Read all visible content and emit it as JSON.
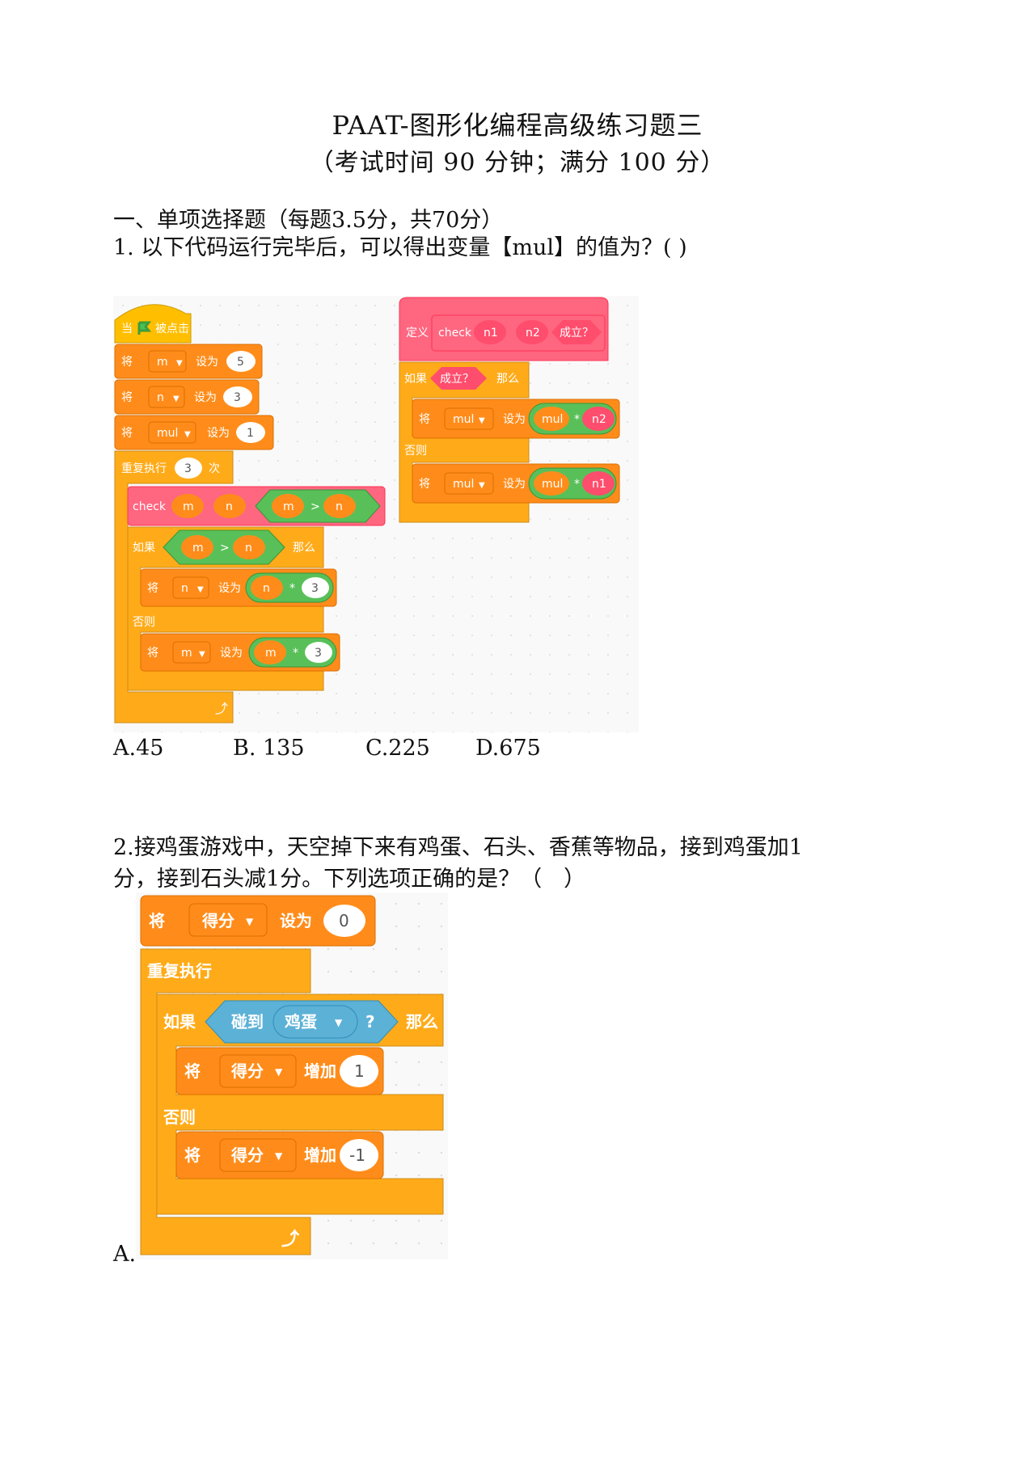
{
  "header": {
    "title": "PAAT-图形化编程高级练习题三",
    "subtitle": "（考试时间 90 分钟；满分 100 分）"
  },
  "section1": {
    "heading": "一、单项选择题（每题3.5分，共70分）"
  },
  "q1": {
    "stem": "1. 以下代码运行完毕后，可以得出变量【mul】的值为？( )",
    "script": {
      "hat_when": "当",
      "hat_clicked": "被点击",
      "set": "将",
      "set_to": "设为",
      "var_m": "m",
      "var_n": "n",
      "var_mul": "mul",
      "val_5": "5",
      "val_3": "3",
      "val_1": "1",
      "repeat": "重复执行",
      "repeat_count": "3",
      "repeat_times": "次",
      "check": "check",
      "gt": ">",
      "if": "如果",
      "then": "那么",
      "else": "否则",
      "times": "*"
    },
    "define": {
      "define": "定义",
      "check": "check",
      "n1": "n1",
      "n2": "n2",
      "cond": "成立？",
      "if": "如果",
      "then": "那么",
      "else": "否则",
      "set": "将",
      "set_to": "设为",
      "mul": "mul",
      "times": "*"
    },
    "options": [
      "A.45",
      "B. 135",
      "C.225",
      "D.675"
    ]
  },
  "q2": {
    "stem_line1": "2.接鸡蛋游戏中，天空掉下来有鸡蛋、石头、香蕉等物品，接到鸡蛋加1",
    "stem_line2": "分，接到石头减1分。下列选项正确的是？（　）",
    "script": {
      "set": "将",
      "var": "得分",
      "set_to": "设为",
      "init": "0",
      "forever": "重复执行",
      "if": "如果",
      "touching": "碰到",
      "egg": "鸡蛋",
      "q": "?",
      "then": "那么",
      "change": "增加",
      "plus": "1",
      "else": "否则",
      "minus": "-1"
    },
    "option_a": "A."
  },
  "colors": {
    "events": "#FFBF00",
    "control": "#FFAB19",
    "variables": "#FF8C1A",
    "variables_dark": "#DB6E00",
    "myblocks": "#FF6680",
    "operators": "#59C059",
    "sensing": "#5CB1D6"
  }
}
